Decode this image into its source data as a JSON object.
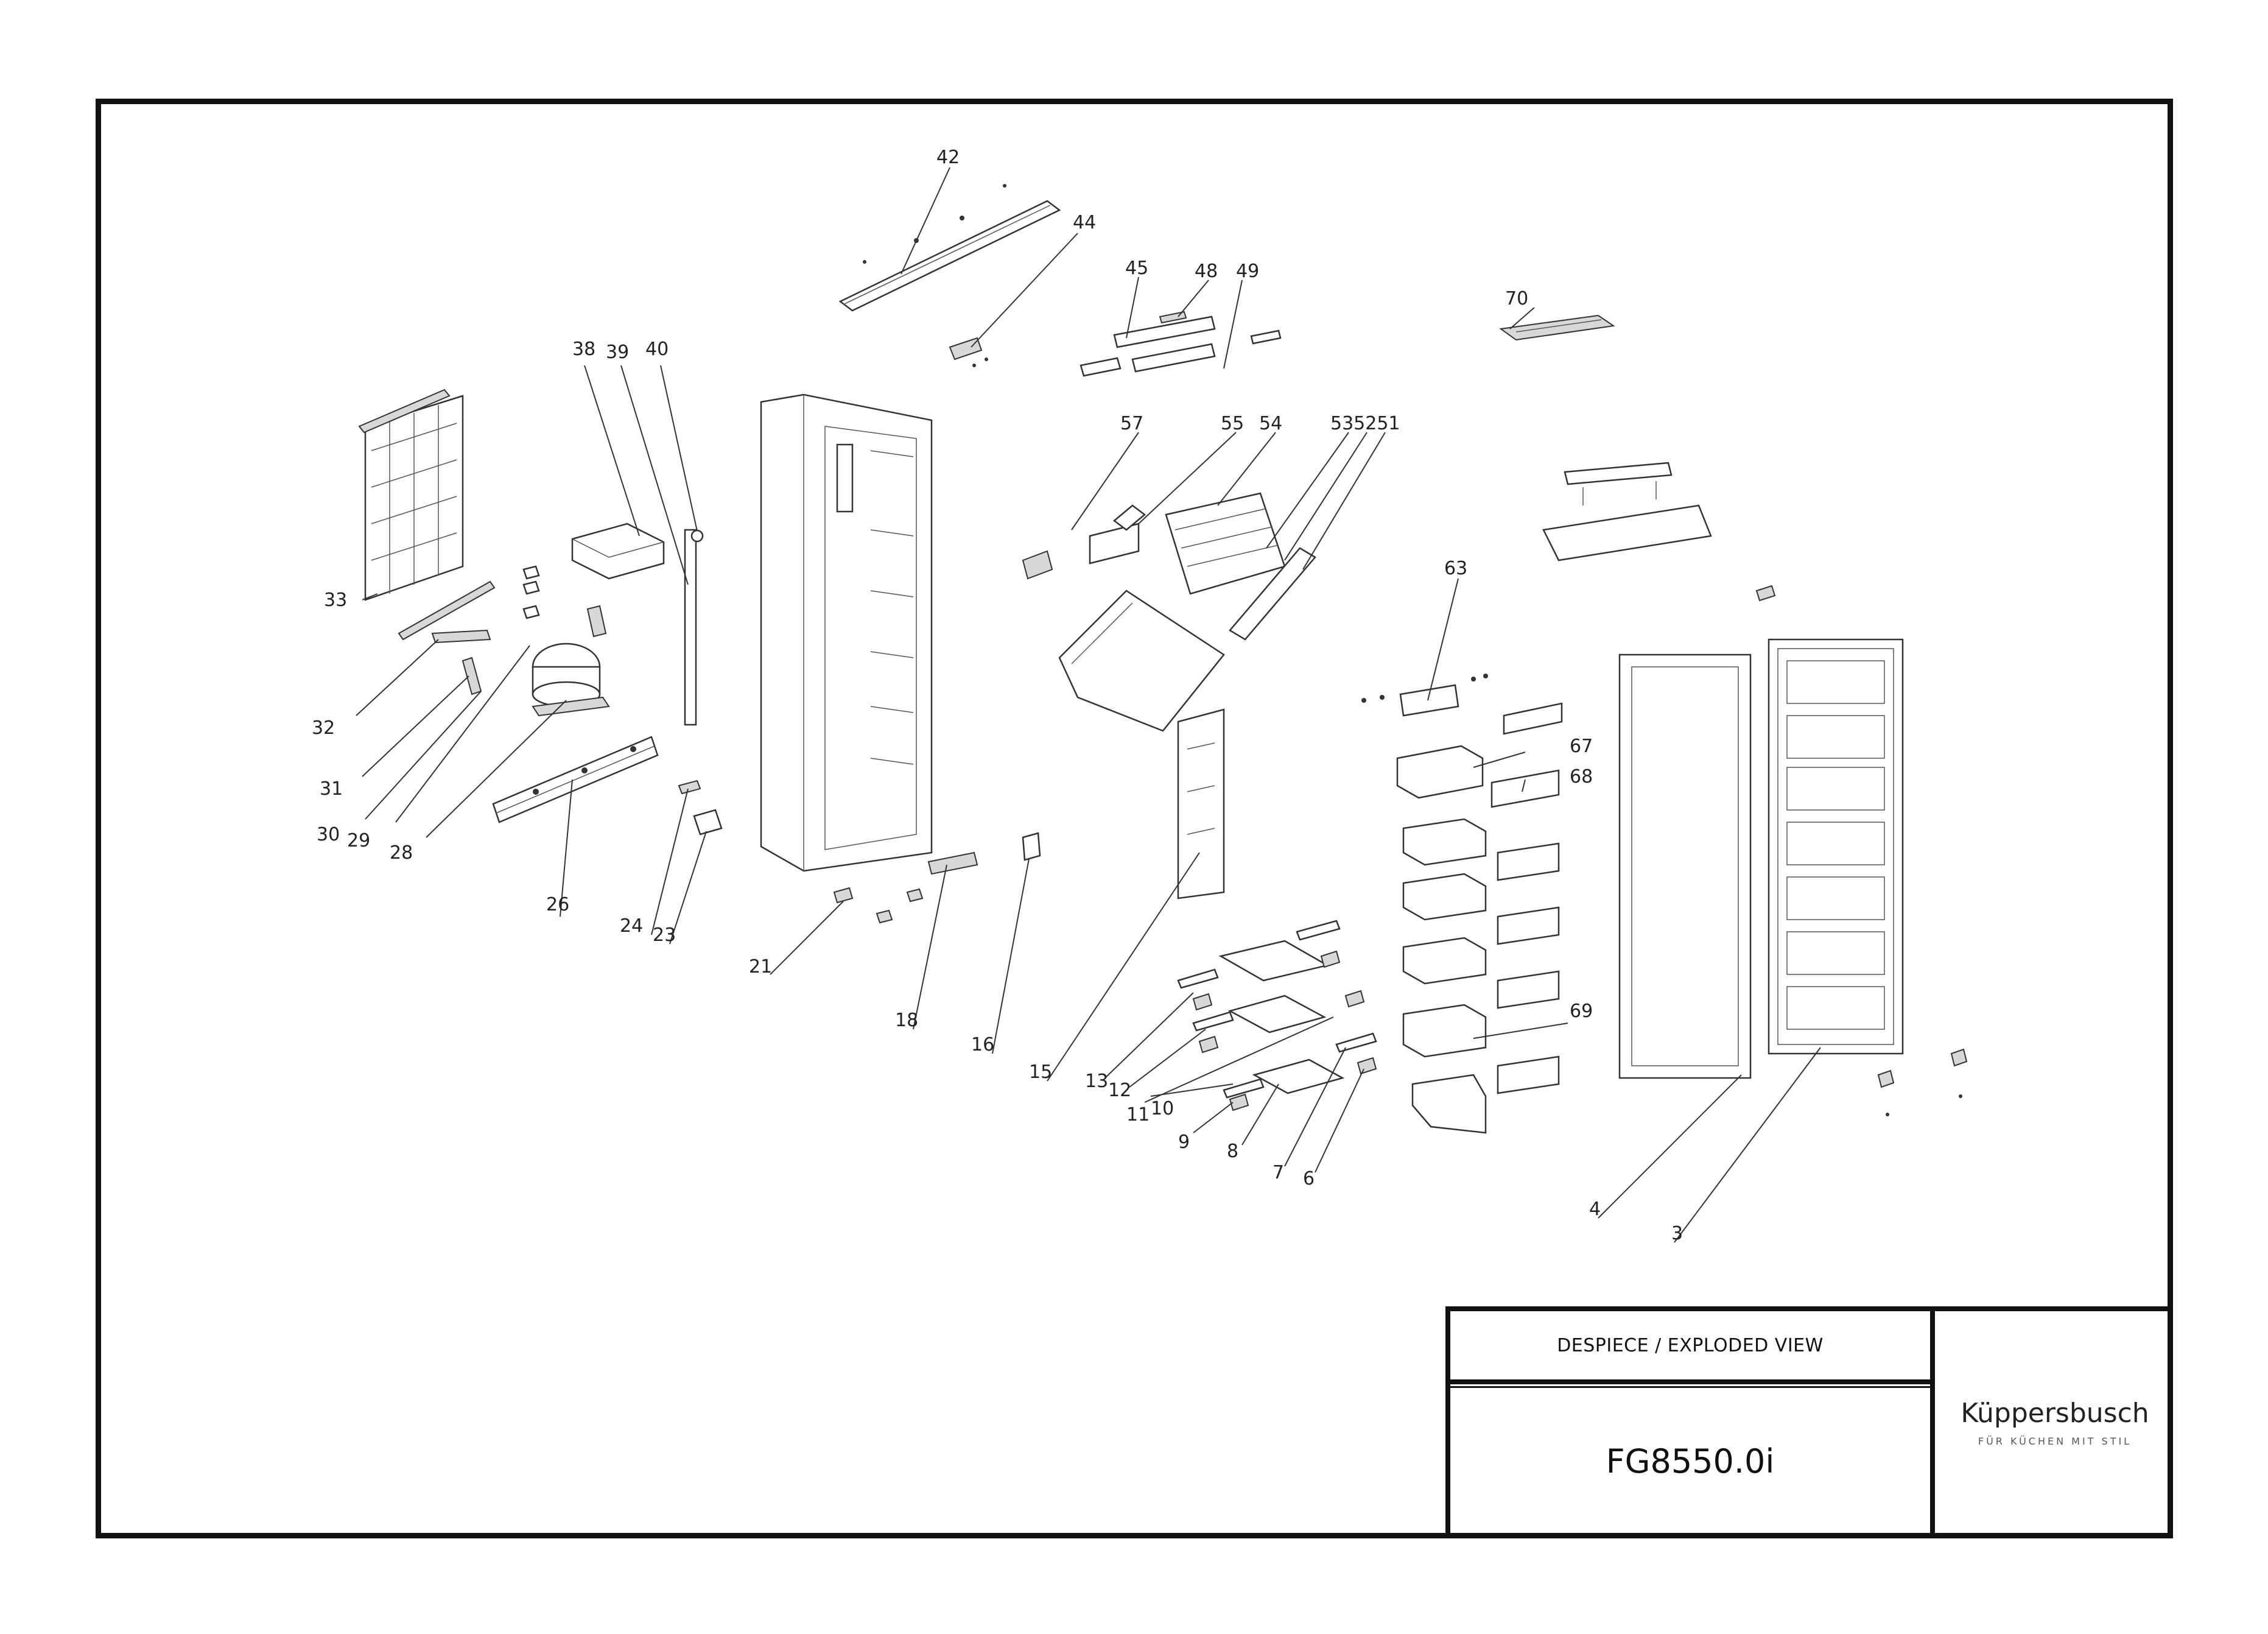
{
  "title_block": {
    "caption": "DESPIECE / EXPLODED VIEW",
    "model": "FG8550.0i",
    "brand": "Küppersbusch",
    "brand_tagline": "FÜR KÜCHEN MIT STIL"
  },
  "part_labels": {
    "p3": "3",
    "p4": "4",
    "p6": "6",
    "p7": "7",
    "p8": "8",
    "p9": "9",
    "p10": "10",
    "p11": "11",
    "p12": "12",
    "p13": "13",
    "p15": "15",
    "p16": "16",
    "p18": "18",
    "p21": "21",
    "p23": "23",
    "p24": "24",
    "p26": "26",
    "p28": "28",
    "p29": "29",
    "p30": "30",
    "p31": "31",
    "p32": "32",
    "p33": "33",
    "p38": "38",
    "p39": "39",
    "p40": "40",
    "p42": "42",
    "p44": "44",
    "p45": "45",
    "p48": "48",
    "p49": "49",
    "p51_53": "535251",
    "p54": "54",
    "p55": "55",
    "p57": "57",
    "p63": "63",
    "p67": "67",
    "p68": "68",
    "p69": "69",
    "p70": "70"
  }
}
